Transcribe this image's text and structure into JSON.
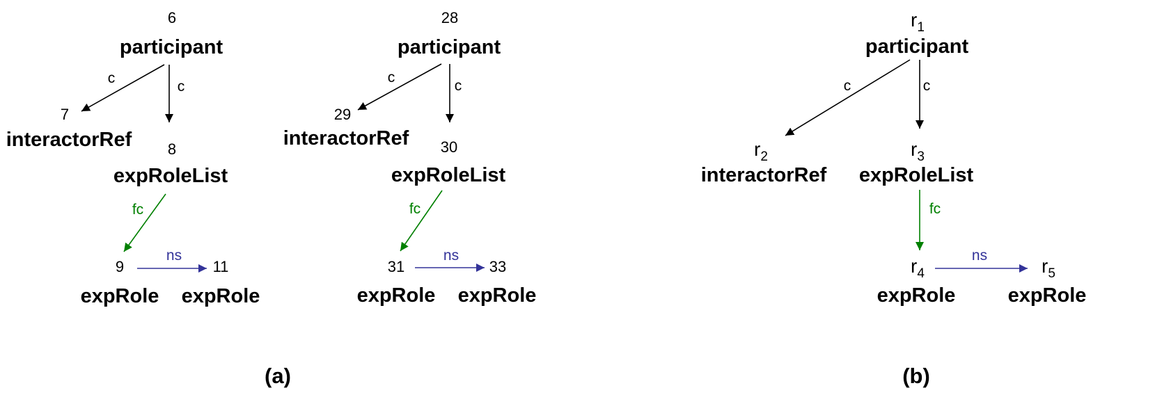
{
  "colors": {
    "c": "#000000",
    "fc": "#008000",
    "ns": "#333399"
  },
  "panels": {
    "a": {
      "caption": "(a)",
      "trees": [
        {
          "nodes": {
            "p": {
              "id": "6",
              "label": "participant"
            },
            "ir": {
              "id": "7",
              "label": "interactorRef"
            },
            "erl": {
              "id": "8",
              "label": "expRoleList"
            },
            "er1": {
              "id": "9",
              "label": "expRole"
            },
            "er2": {
              "id": "11",
              "label": "expRole"
            }
          },
          "edges": {
            "c1": "c",
            "c2": "c",
            "fc": "fc",
            "ns": "ns"
          }
        },
        {
          "nodes": {
            "p": {
              "id": "28",
              "label": "participant"
            },
            "ir": {
              "id": "29",
              "label": "interactorRef"
            },
            "erl": {
              "id": "30",
              "label": "expRoleList"
            },
            "er1": {
              "id": "31",
              "label": "expRole"
            },
            "er2": {
              "id": "33",
              "label": "expRole"
            }
          },
          "edges": {
            "c1": "c",
            "c2": "c",
            "fc": "fc",
            "ns": "ns"
          }
        }
      ]
    },
    "b": {
      "caption": "(b)",
      "nodes": {
        "p": {
          "id_base": "r",
          "id_sub": "1",
          "label": "participant"
        },
        "ir": {
          "id_base": "r",
          "id_sub": "2",
          "label": "interactorRef"
        },
        "erl": {
          "id_base": "r",
          "id_sub": "3",
          "label": "expRoleList"
        },
        "er1": {
          "id_base": "r",
          "id_sub": "4",
          "label": "expRole"
        },
        "er2": {
          "id_base": "r",
          "id_sub": "5",
          "label": "expRole"
        }
      },
      "edges": {
        "c1": "c",
        "c2": "c",
        "fc": "fc",
        "ns": "ns"
      }
    }
  }
}
